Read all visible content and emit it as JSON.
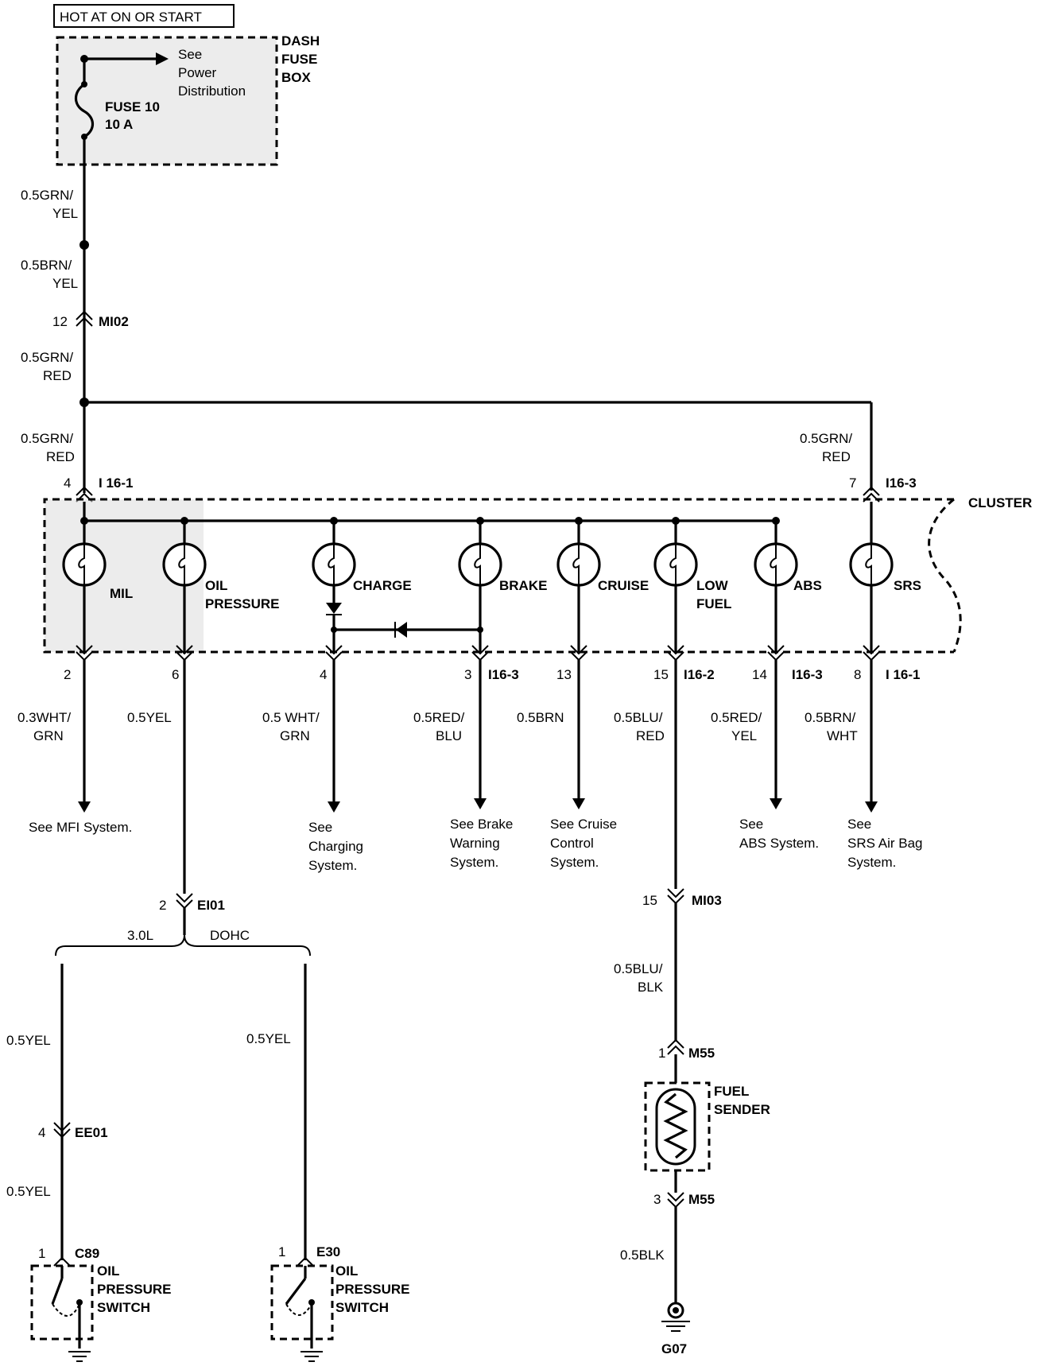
{
  "header": {
    "title": "HOT AT ON OR START"
  },
  "fuse_box": {
    "label_line1": "DASH",
    "label_line2": "FUSE",
    "label_line3": "BOX",
    "see_line1": "See",
    "see_line2": "Power",
    "see_line3": "Distribution",
    "fuse_name": "FUSE 10",
    "fuse_rating": "10 A"
  },
  "wires": {
    "main1": [
      "0.5GRN/",
      "YEL"
    ],
    "main2": [
      "0.5BRN/",
      "YEL"
    ],
    "main3": [
      "0.5GRN/",
      "RED"
    ],
    "main4": [
      "0.5GRN/",
      "RED"
    ],
    "srs_feed": [
      "0.5GRN/",
      "RED"
    ]
  },
  "connectors": {
    "mi02": {
      "pin": "12",
      "name": "MI02"
    },
    "i16_1_top": {
      "pin": "4",
      "name": "I 16-1"
    },
    "i16_3_top": {
      "pin": "7",
      "name": "I16-3"
    },
    "ei01": {
      "pin": "2",
      "name": "EI01"
    },
    "mi03": {
      "pin": "15",
      "name": "MI03"
    },
    "m55_top": {
      "pin": "1",
      "name": "M55"
    },
    "m55_bot": {
      "pin": "3",
      "name": "M55"
    },
    "ee01": {
      "pin": "4",
      "name": "EE01"
    },
    "c89": {
      "pin": "1",
      "name": "C89"
    },
    "e30": {
      "pin": "1",
      "name": "E30"
    }
  },
  "cluster": {
    "label": "CLUSTER",
    "lamps": [
      {
        "name": "MIL",
        "name2": ""
      },
      {
        "name": "OIL",
        "name2": "PRESSURE"
      },
      {
        "name": "CHARGE",
        "name2": ""
      },
      {
        "name": "BRAKE",
        "name2": ""
      },
      {
        "name": "CRUISE",
        "name2": ""
      },
      {
        "name": "LOW",
        "name2": "FUEL"
      },
      {
        "name": "ABS",
        "name2": ""
      },
      {
        "name": "SRS",
        "name2": ""
      }
    ]
  },
  "outputs": [
    {
      "pin": "2",
      "conn": "",
      "wire1": "0.3WHT/",
      "wire2": "GRN",
      "dest": [
        "See MFI System."
      ]
    },
    {
      "pin": "6",
      "conn": "",
      "wire1": "0.5YEL",
      "wire2": "",
      "dest": []
    },
    {
      "pin": "4",
      "conn": "",
      "wire1": "0.5 WHT/",
      "wire2": "GRN",
      "dest": [
        "See",
        "Charging",
        "System."
      ]
    },
    {
      "pin": "3",
      "conn": "I16-3",
      "wire1": "0.5RED/",
      "wire2": "BLU",
      "dest": [
        "See Brake",
        "Warning",
        "System."
      ]
    },
    {
      "pin": "13",
      "conn": "",
      "wire1": "0.5BRN",
      "wire2": "",
      "dest": [
        "See Cruise",
        "Control",
        "System."
      ]
    },
    {
      "pin": "15",
      "conn": "I16-2",
      "wire1": "0.5BLU/",
      "wire2": "RED",
      "dest": []
    },
    {
      "pin": "14",
      "conn": "I16-3",
      "wire1": "0.5RED/",
      "wire2": "YEL",
      "dest": [
        "See",
        "ABS System."
      ]
    },
    {
      "pin": "8",
      "conn": "I 16-1",
      "wire1": "0.5BRN/",
      "wire2": "WHT",
      "dest": [
        "See",
        "SRS Air Bag",
        "System."
      ]
    }
  ],
  "branch": {
    "left": "3.0L",
    "right": "DOHC"
  },
  "lower_wires": {
    "left_upper": "0.5YEL",
    "left_lower": "0.5YEL",
    "right": "0.5YEL",
    "fuel1": [
      "0.5BLU/",
      "BLK"
    ],
    "fuel2": "0.5BLK"
  },
  "switches": [
    {
      "line1": "OIL",
      "line2": "PRESSURE",
      "line3": "SWITCH"
    },
    {
      "line1": "OIL",
      "line2": "PRESSURE",
      "line3": "SWITCH"
    }
  ],
  "fuel_sender": {
    "line1": "FUEL",
    "line2": "SENDER"
  },
  "ground": {
    "label": "G07"
  }
}
